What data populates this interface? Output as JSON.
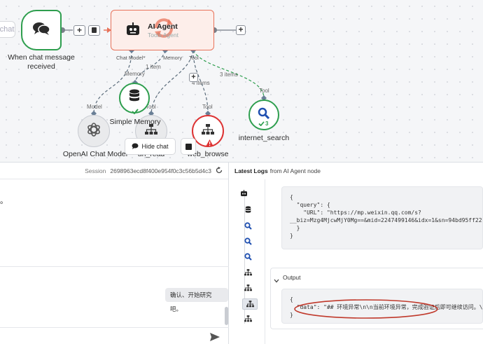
{
  "canvas": {
    "chat_chip_text": "chat",
    "trigger": {
      "caption_line1": "When chat message",
      "caption_line2": "received"
    },
    "agent": {
      "title": "AI Agent",
      "subtitle": "Tools Agent"
    },
    "ports": {
      "chat_model": "Chat Model*",
      "memory": "Memory",
      "tool": "Tool"
    },
    "edge_labels": {
      "memory_count": "1 item",
      "tool_items_a": "4 items",
      "tool_items_b": "3 items",
      "model": "Model",
      "memory": "Memory",
      "tool_a": "Tool",
      "tool_b": "Tool",
      "tool_c": "Tool"
    },
    "nodes": {
      "openai": "OpenAI Chat Model",
      "memory": "Simple Memory",
      "url_read": "url_read",
      "web_browse": "web_browse",
      "internet_search": "internet_search",
      "search_count": "3"
    },
    "hide_chat_label": "Hide chat"
  },
  "chat": {
    "session_label": "Session",
    "session_id": "2698963ecd8f400e954f0c3c56b5d4c3",
    "first_message_fragment": "。",
    "user_message": "确认、开始研究吧。"
  },
  "logs": {
    "title_bold": "Latest Logs",
    "title_rest": "from AI Agent node",
    "input_json": "{\n  \"query\": {\n    \"URL\": \"https://mp.weixin.qq.com/s?\n__biz=Mzg4MjcwMjY0Mg==&mid=2247499146&idx=1&sn=94bd95ff22\n  }\n}",
    "output_label": "Output",
    "output_json": "{\n  \"data\": \"## 环境异常\\n\\n当前环境异常，完成验证后即可继续访问。\\\n}"
  },
  "colors": {
    "trigger_green": "#2e9e4e",
    "agent_border": "#e8735a",
    "agent_fill": "#fdeeea",
    "error_red": "#d33",
    "annotation_red": "#c0392b"
  },
  "icons": {
    "trigger": "chat-bubbles-icon",
    "agent": "robot-icon",
    "agent_overlay": "refresh-icon",
    "openai": "openai-icon",
    "memory": "database-icon",
    "url_read": "network-icon",
    "web_browse": "network-icon",
    "internet_search": "magnifier-icon",
    "send": "send-icon",
    "reset": "refresh-icon"
  }
}
